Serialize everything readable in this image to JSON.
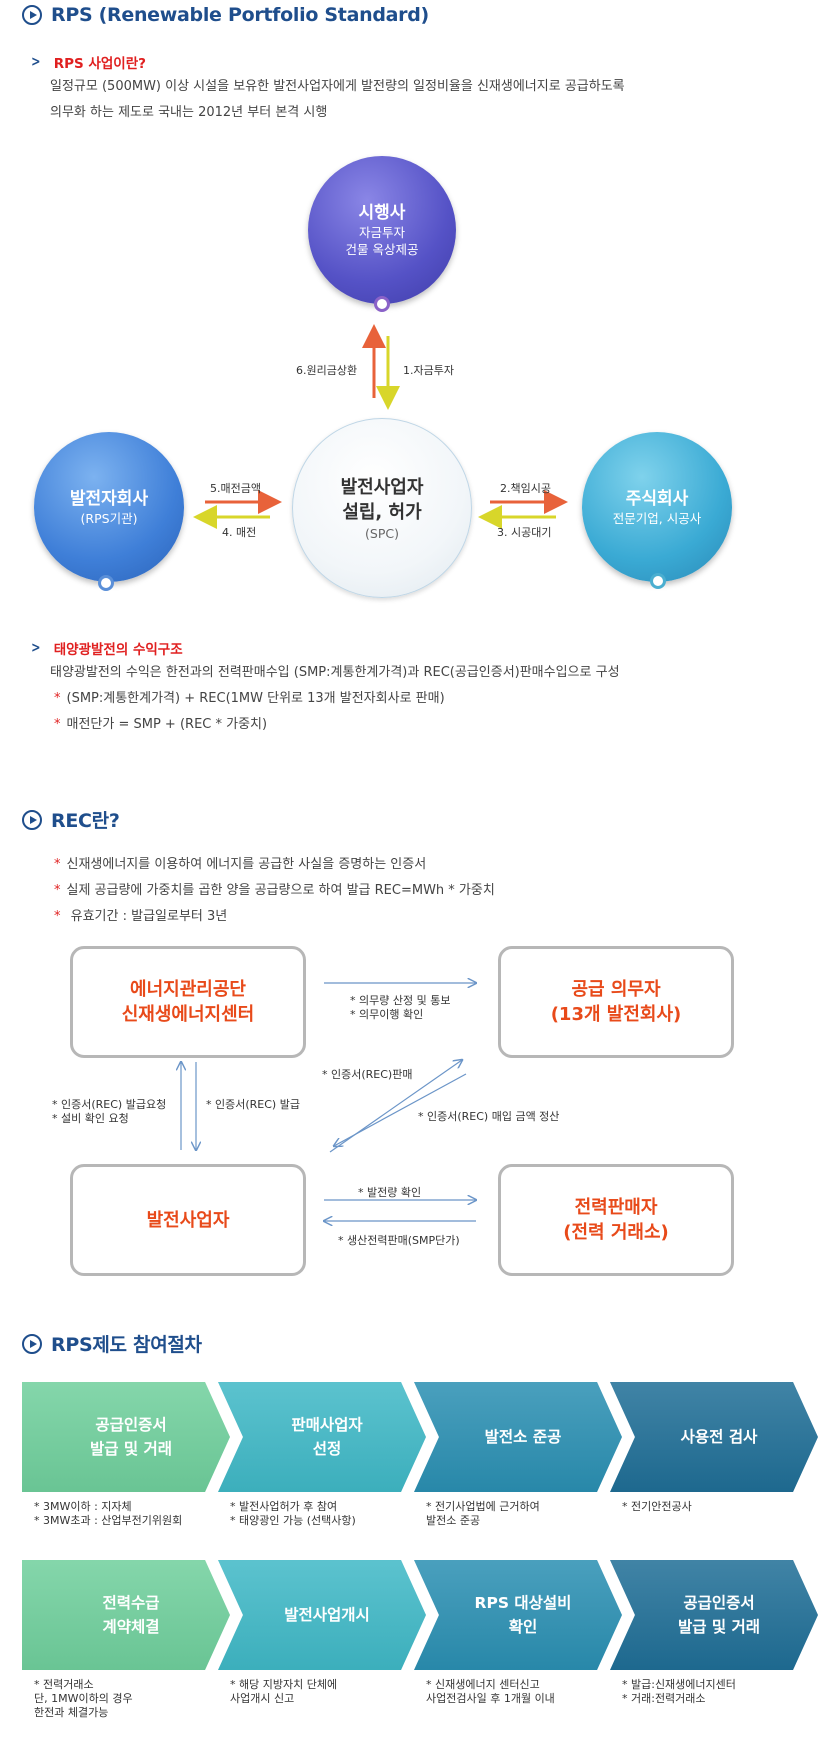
{
  "rps": {
    "title": "RPS (Renewable Portfolio Standard)",
    "what_title": "RPS 사업이란?",
    "what_line1": "일정규모 (500MW) 이상 시설을 보유한 발전사업자에게 발전량의 일정비율을 신재생에너지로 공급하도록",
    "what_line2": "의무화 하는 제도로 국내는 2012년 부터 본격 시행",
    "diagram": {
      "top": {
        "title": "시행사",
        "sub1": "자금투자",
        "sub2": "건물 옥상제공"
      },
      "center": {
        "title1": "발전사업자",
        "title2": "설립, 허가",
        "sub": "(SPC)"
      },
      "left": {
        "title": "발전자회사",
        "sub": "(RPS기관)"
      },
      "right": {
        "title": "주식회사",
        "sub": "전문기업, 시공사"
      },
      "label_up": "6.원리금상환",
      "label_down": "1.자금투자",
      "label_left_top": "5.매전금액",
      "label_left_bottom": "4. 매전",
      "label_right_top": "2.책임시공",
      "label_right_bottom": "3. 시공대기"
    },
    "profit_title": "태양광발전의 수익구조",
    "profit_line": "태양광발전의 수익은 한전과의 전력판매수입 (SMP:계통한계가격)과 REC(공급인증서)판매수입으로 구성",
    "profit_b1": "(SMP:계통한계가격) + REC(1MW 단위로 13개 발전자회사로 판매)",
    "profit_b2": "매전단가 = SMP + (REC * 가중치)"
  },
  "rec": {
    "title": "REC란?",
    "b1": "신재생에너지를 이용하여 에너지를 공급한 사실을 증명하는 인증서",
    "b2": "실제 공급량에 가중치를 곱한 양을 공급량으로 하여 발급  REC=MWh * 가중치",
    "b3": " 유효기간 : 발급일로부터 3년",
    "box_tl1": "에너지관리공단",
    "box_tl2": "신재생에너지센터",
    "box_tr1": "공급 의무자",
    "box_tr2": "(13개 발전회사)",
    "box_bl": "발전사업자",
    "box_br1": "전력판매자",
    "box_br2": "(전력 거래소)",
    "n_top1": "* 의무량 산정 및 통보",
    "n_top2": "* 의무이행 확인",
    "n_left1": "* 인증서(REC) 발급요청",
    "n_left2": "* 설비 확인 요청",
    "n_left_right": "* 인증서(REC) 발급",
    "n_diag_up": "* 인증서(REC)판매",
    "n_diag_down": "* 인증서(REC) 매입 금액 정산",
    "n_bottom_top": "* 발전량 확인",
    "n_bottom_bottom": "* 생산전력판매(SMP단가)"
  },
  "process": {
    "title": "RPS제도 참여절차",
    "row1": [
      {
        "l1": "공급인증서",
        "l2": "발급 및 거래",
        "n1": "* 3MW이하 : 지자체",
        "n2": "* 3MW초과 : 산업부전기위원회",
        "n3": "",
        "color": "#6fcf9c"
      },
      {
        "l1": "판매사업자",
        "l2": "선정",
        "n1": "* 발전사업허가 후 참여",
        "n2": "* 태양광인 가능 (선택사항)",
        "n3": "",
        "color": "#3fb8c6"
      },
      {
        "l1": "발전소 준공",
        "l2": "",
        "n1": "* 전기사업법에 근거하여",
        "n2": "   발전소 준공",
        "n3": "",
        "color": "#2a8fb2"
      },
      {
        "l1": "사용전 검사",
        "l2": "",
        "n1": "* 전기안전공사",
        "n2": "",
        "n3": "",
        "color": "#1f6e96"
      }
    ],
    "row2": [
      {
        "l1": "전력수급",
        "l2": "계약체결",
        "n1": "* 전력거래소",
        "n2": "   단, 1MW이하의 경우",
        "n3": "   한전과 체결가능",
        "color": "#6fcf9c"
      },
      {
        "l1": "발전사업개시",
        "l2": "",
        "n1": "* 해당 지방자치 단체에",
        "n2": "   사업개시 신고",
        "n3": "",
        "color": "#3fb8c6"
      },
      {
        "l1": "RPS 대상설비",
        "l2": "확인",
        "n1": "* 신재생에너지 센터신고",
        "n2": "   사업전검사일 후 1개월 이내",
        "n3": "",
        "color": "#2a8fb2"
      },
      {
        "l1": "공급인증서",
        "l2": "발급 및 거래",
        "n1": "* 발급:신재생에너지센터",
        "n2": "* 거래:전력거래소",
        "n3": "",
        "color": "#1f6e96"
      }
    ]
  }
}
